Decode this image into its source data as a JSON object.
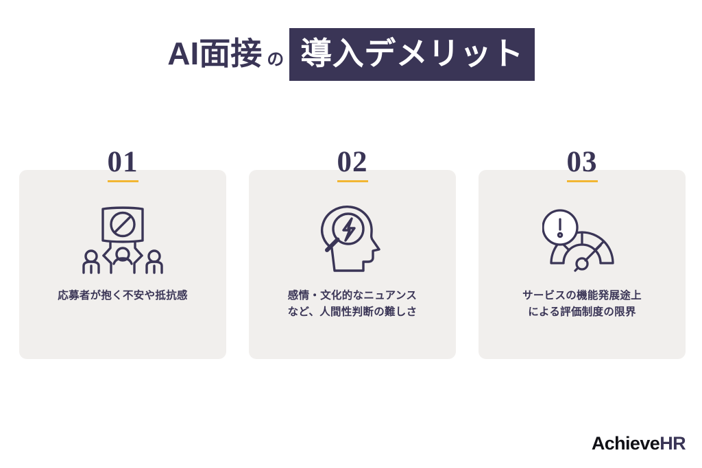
{
  "slide": {
    "background_color": "#ffffff",
    "accent_navy": "#3a3556",
    "accent_yellow": "#f2b633",
    "card_background": "#f1efed"
  },
  "title": {
    "lead": "AI面接",
    "particle": "の",
    "highlight": "導入デメリット"
  },
  "cards": [
    {
      "number": "01",
      "icon_name": "protest-sign-people-icon",
      "caption_lines": [
        "応募者が抱く不安や抵抗感"
      ]
    },
    {
      "number": "02",
      "icon_name": "head-magnifier-lightning-icon",
      "caption_lines": [
        "感情・文化的なニュアンス",
        "など、人間性判断の難しさ"
      ]
    },
    {
      "number": "03",
      "icon_name": "gauge-alert-icon",
      "caption_lines": [
        "サービスの機能発展途上",
        "による評価制度の限界"
      ]
    }
  ],
  "logo": {
    "part_dark": "Achieve",
    "part_navy": "HR"
  }
}
